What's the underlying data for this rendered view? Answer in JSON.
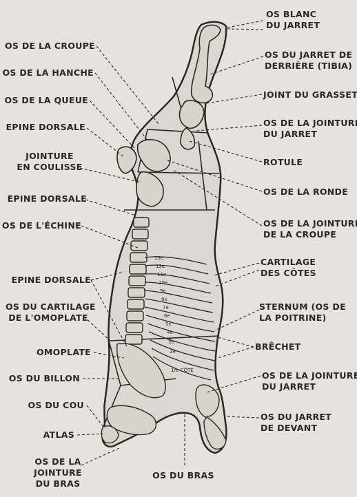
{
  "labels": {
    "os_blanc_du_jarret": [
      "OS BLANC",
      "DU JARRET"
    ],
    "os_du_jarret_de_derriere": [
      "OS DU JARRET DE",
      "DERRIÈRE (TIBIA)"
    ],
    "joint_du_grasset": [
      "JOINT DU GRASSET"
    ],
    "os_jointure_jarret_top": [
      "OS DE LA JOINTURE",
      "DU JARRET"
    ],
    "rotule": [
      "ROTULE"
    ],
    "os_de_la_ronde": [
      "OS DE LA RONDE"
    ],
    "os_jointure_croupe": [
      "OS DE LA JOINTURE",
      "DE LA CROUPE"
    ],
    "cartilage_cotes": [
      "CARTILAGE",
      "DES CÔTES"
    ],
    "sternum": [
      "STERNUM (OS DE",
      "LA POITRINE)"
    ],
    "brechet": [
      "BRÊCHET"
    ],
    "os_jointure_jarret_bottom": [
      "OS DE LA JOINTURE",
      "DU JARRET"
    ],
    "os_jarret_devant": [
      "OS DU JARRET",
      "DE DEVANT"
    ],
    "os_de_la_croupe": [
      "OS DE LA CROUPE"
    ],
    "os_de_la_hanche": [
      "OS DE LA HANCHE"
    ],
    "os_de_la_queue": [
      "OS DE LA QUEUE"
    ],
    "epine_dorsale_1": [
      "EPINE DORSALE"
    ],
    "jointure_en_coulisse": [
      "JOINTURE",
      "EN COULISSE"
    ],
    "epine_dorsale_2": [
      "EPINE DORSALE"
    ],
    "os_de_lechine": [
      "OS DE L'ÉCHINE"
    ],
    "epine_dorsale_3": [
      "EPINE DORSALE"
    ],
    "os_cartilage_omoplate": [
      "OS DU CARTILAGE",
      "DE L'OMOPLATE"
    ],
    "omoplate": [
      "OMOPLATE"
    ],
    "os_du_billon": [
      "OS DU BILLON"
    ],
    "os_du_cou": [
      "OS DU COU"
    ],
    "atlas": [
      "ATLAS"
    ],
    "os_jointure_bras": [
      "OS DE LA",
      "JOINTURE",
      "DU BRAS"
    ],
    "os_du_bras": [
      "OS DU BRAS"
    ]
  },
  "rib_numbers": [
    "13e",
    "12e",
    "11e",
    "10e",
    "9e",
    "8e",
    "7e",
    "6e",
    "5e",
    "4e",
    "3e",
    "2e",
    "1re CÔTE"
  ],
  "colors": {
    "ink": "#2a2826",
    "paper": "#e6e2dc",
    "bone": "#d8d4cc"
  }
}
